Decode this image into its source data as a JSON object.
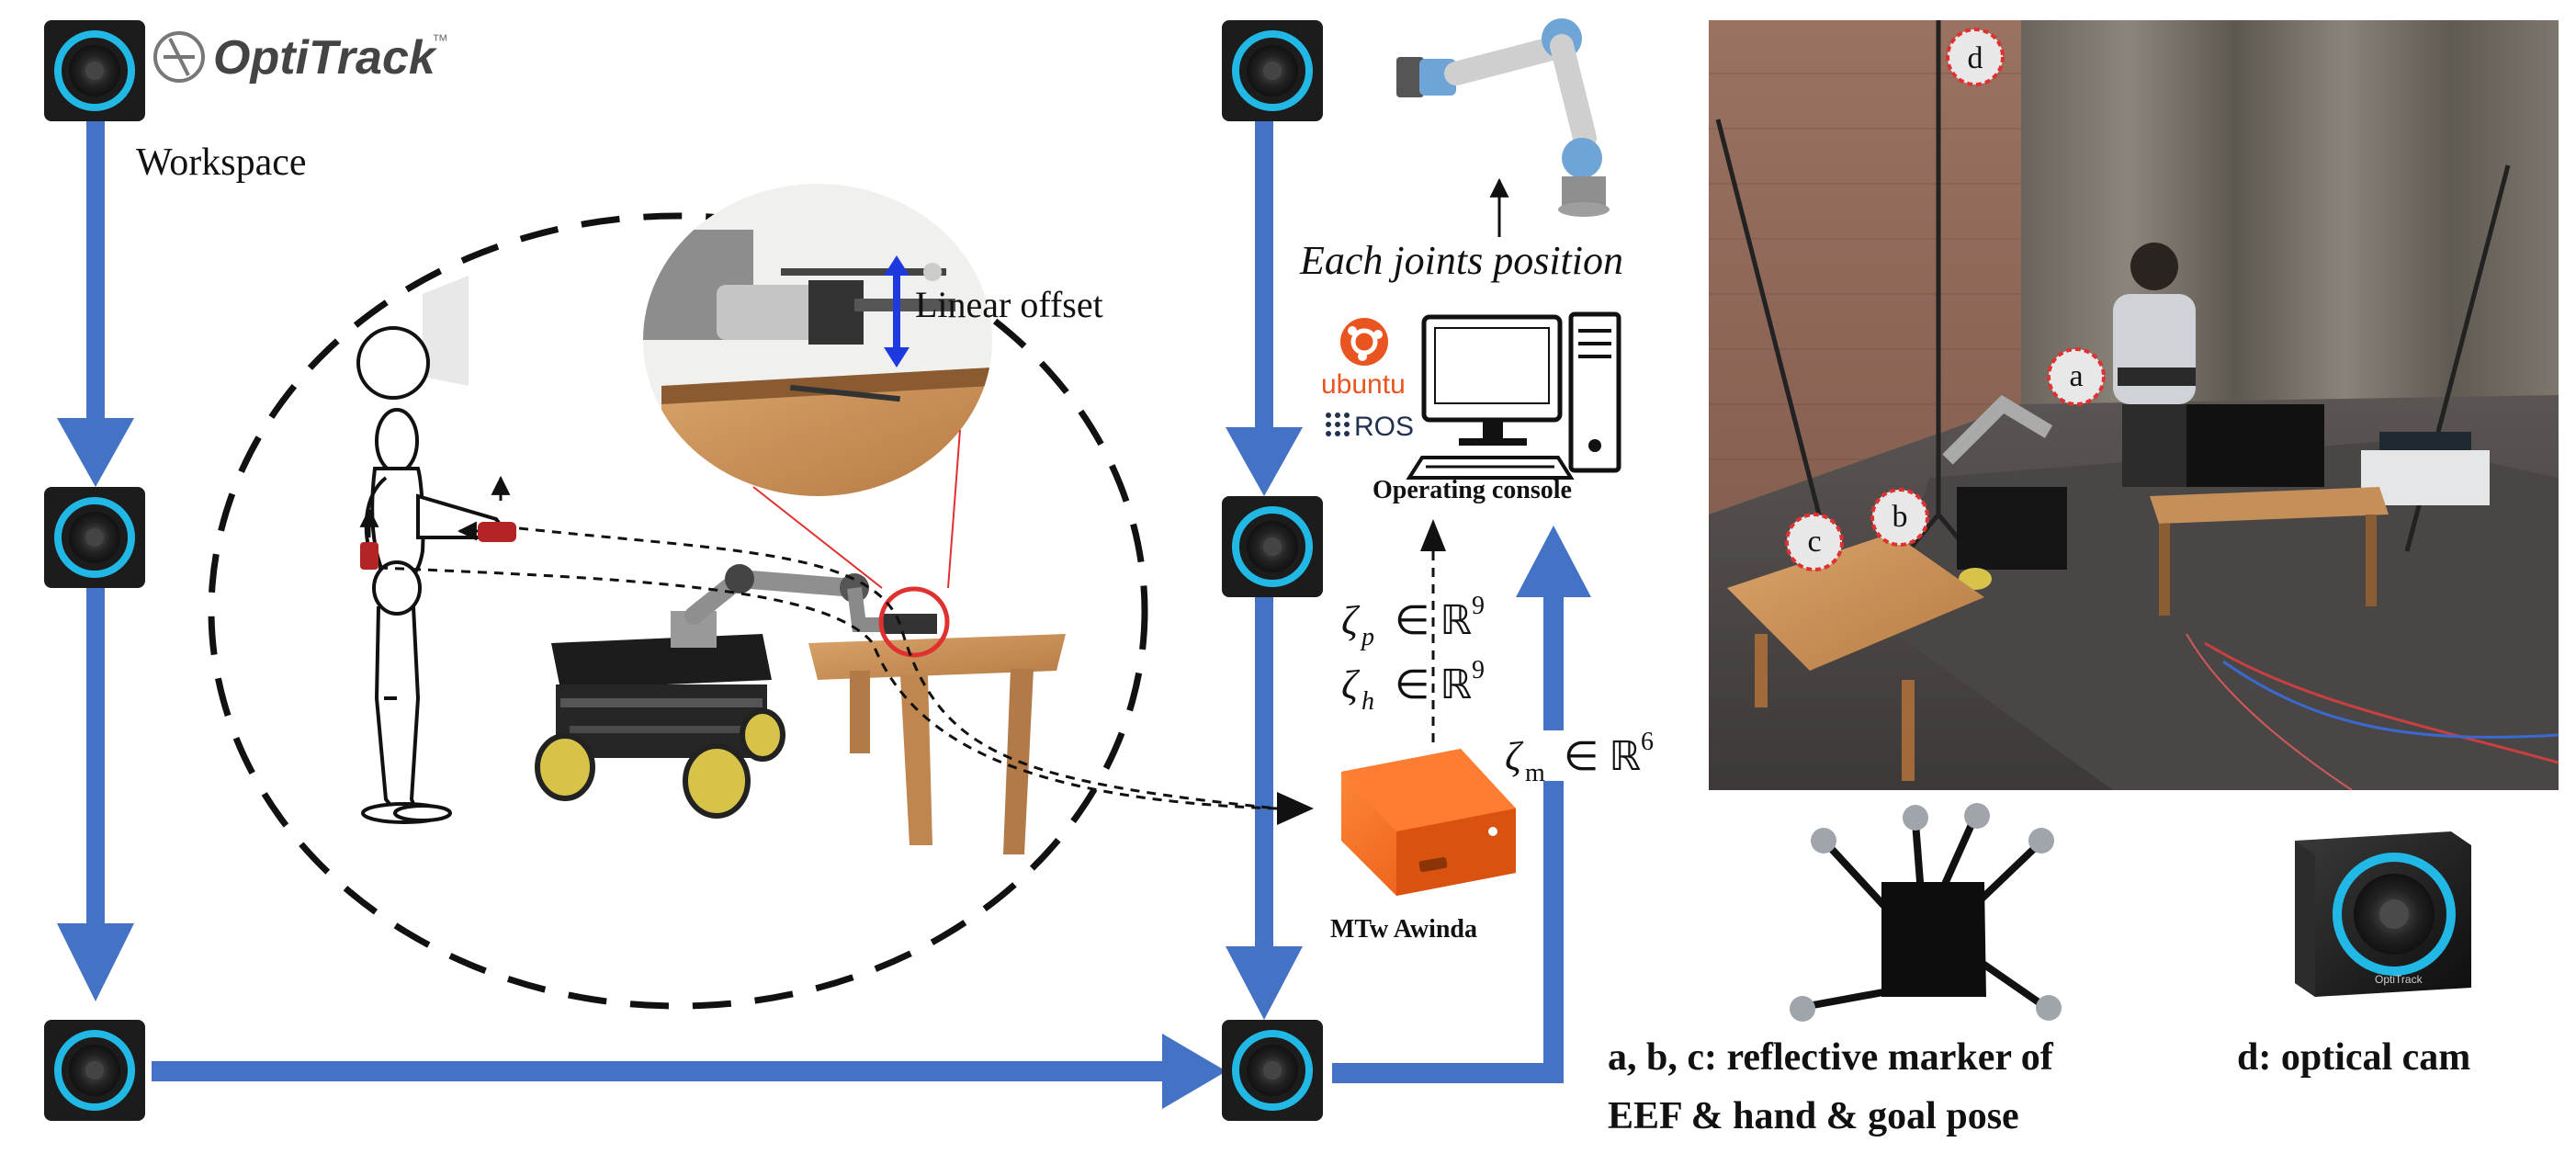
{
  "brand": {
    "name": "OptiTrack",
    "tm": "™",
    "camera_badge": "OptiTrack"
  },
  "labels": {
    "workspace": "Workspace",
    "linear_offset": "Linear offset",
    "joints": "Each joints position",
    "console": "Operating console",
    "mtw": "MTw Awinda",
    "ubuntu": "ubuntu",
    "ros": "ROS",
    "zeta_p": "ζ",
    "zeta_p_sub": "p",
    "zeta_h": "ζ",
    "zeta_h_sub": "h",
    "zeta_m": "ζ",
    "zeta_m_sub": "m",
    "in_r": "∈ ℝ",
    "sup9": "9",
    "sup6": "6",
    "legend_abc_line1": "a, b, c: reflective marker of",
    "legend_abc_line2": "EEF & hand & goal  pose",
    "legend_d": "d: optical cam"
  },
  "markers": [
    "a",
    "b",
    "c",
    "d"
  ],
  "colors": {
    "arrow": "#4472c4",
    "camera_body": "#1c1c1c",
    "camera_ring": "#21b8e6",
    "marker_red": "#e03030",
    "sensor_orange": "#ff6a1a"
  }
}
